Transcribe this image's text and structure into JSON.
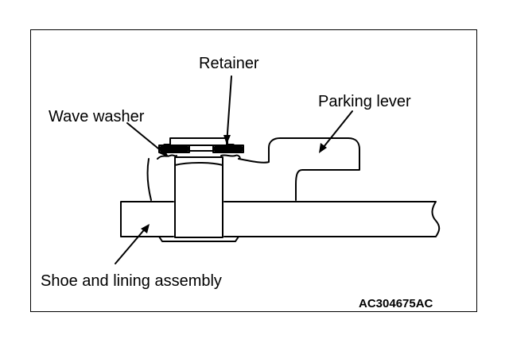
{
  "labels": {
    "retainer": "Retainer",
    "wave_washer": "Wave washer",
    "parking_lever": "Parking lever",
    "shoe_and_lining": "Shoe and lining assembly"
  },
  "figure_code": "AC304675AC"
}
